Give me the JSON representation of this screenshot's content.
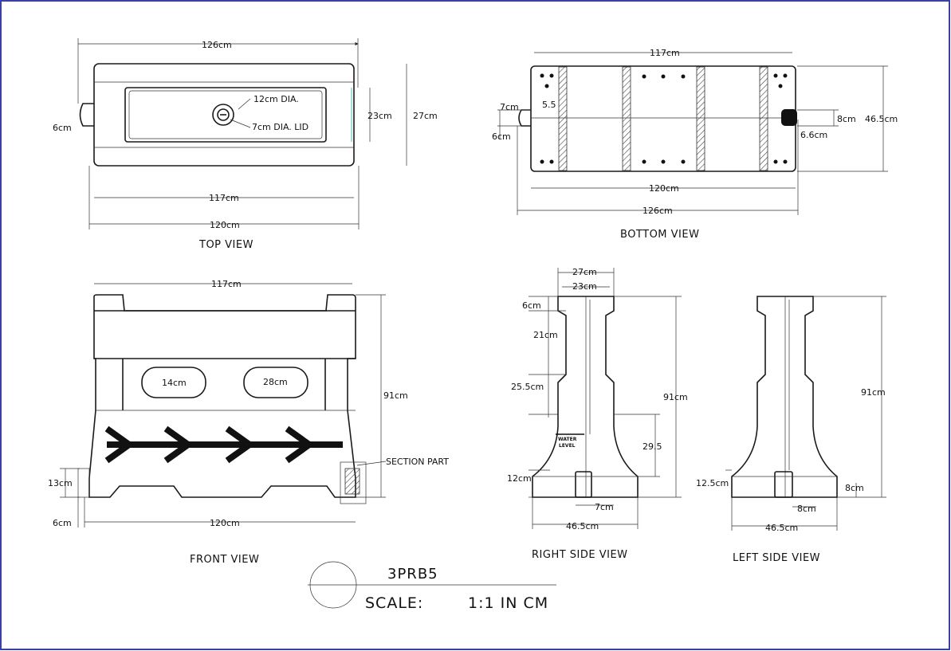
{
  "colors": {
    "border": "#3b3fa8",
    "ink": "#1a1a1a",
    "accent": "#a8dde0"
  },
  "top_view": {
    "title": "TOP VIEW",
    "dim_total": "126cm",
    "dim_117": "117cm",
    "dim_120": "120cm",
    "dim_side": "6cm",
    "dim_inner": "23cm",
    "dim_outer": "27cm",
    "note_dia": "12cm DIA.",
    "note_lid": "7cm DIA. LID"
  },
  "bottom_view": {
    "title": "BOTTOM VIEW",
    "dim_117": "117cm",
    "dim_120": "120cm",
    "dim_126": "126cm",
    "dim_7": "7cm",
    "dim_55": "5.5",
    "dim_6": "6cm",
    "dim_8": "8cm",
    "dim_66": "6.6cm",
    "dim_465": "46.5cm"
  },
  "front_view": {
    "title": "FRONT VIEW",
    "dim_117": "117cm",
    "dim_120": "120cm",
    "dim_6": "6cm",
    "dim_13": "13cm",
    "dim_91": "91cm",
    "dim_14": "14cm",
    "dim_28": "28cm",
    "section_label": "SECTION PART"
  },
  "right_side_view": {
    "title": "RIGHT SIDE VIEW",
    "dim_27": "27cm",
    "dim_23": "23cm",
    "dim_6": "6cm",
    "dim_21": "21cm",
    "dim_255": "25.5cm",
    "dim_12": "12cm",
    "dim_7": "7cm",
    "dim_465": "46.5cm",
    "dim_91": "91cm",
    "dim_295": "29.5",
    "water_1": "WATER",
    "water_2": "LEVEL"
  },
  "left_side_view": {
    "title": "LEFT SIDE VIEW",
    "dim_125": "12.5cm",
    "dim_8a": "8cm",
    "dim_8b": "8cm",
    "dim_465": "46.5cm",
    "dim_91": "91cm"
  },
  "title_block": {
    "model": "3PRB5",
    "scale_label": "SCALE:",
    "scale_value": "1:1 IN CM"
  }
}
